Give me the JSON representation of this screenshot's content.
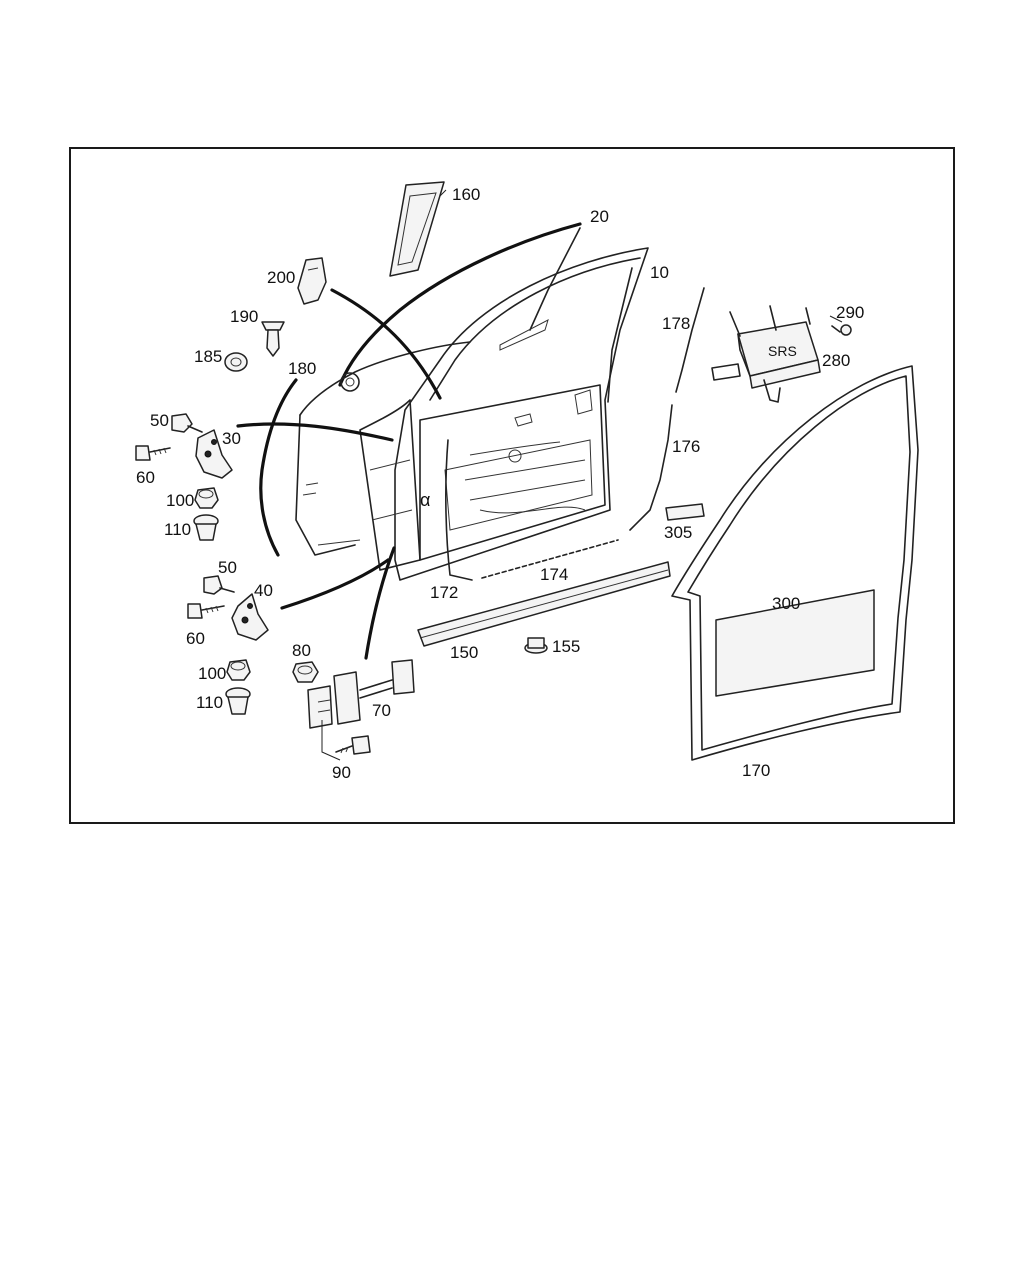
{
  "labels": {
    "p160": "160",
    "p20": "20",
    "p10": "10",
    "p200": "200",
    "p190": "190",
    "p185": "185",
    "p180": "180",
    "p178": "178",
    "p290": "290",
    "p280": "280",
    "p50a": "50",
    "p30": "30",
    "p60a": "60",
    "p100a": "100",
    "p110a": "110",
    "p176": "176",
    "p305": "305",
    "p172": "172",
    "p174": "174",
    "p300": "300",
    "p50b": "50",
    "p40": "40",
    "p60b": "60",
    "p100b": "100",
    "p110b": "110",
    "p80": "80",
    "p150": "150",
    "p155": "155",
    "p70": "70",
    "p90": "90",
    "p170": "170",
    "alpha": "α"
  },
  "module_text": "SRS"
}
